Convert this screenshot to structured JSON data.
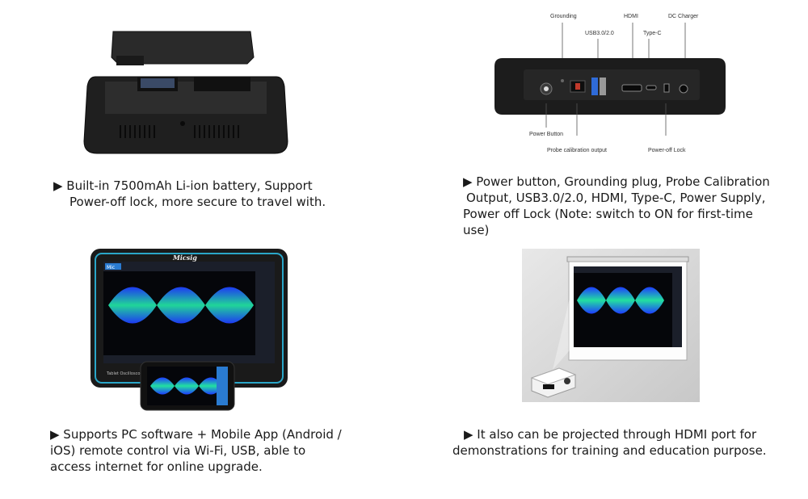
{
  "panel_battery": {
    "caption_lines": [
      "▶ Built-in 7500mAh Li-ion battery, Support",
      "Power-off lock, more secure to travel with."
    ]
  },
  "panel_ports": {
    "labels": {
      "grounding": "Grounding",
      "hdmi": "HDMI",
      "dc_charger": "DC Charger",
      "usb": "USB3.0/2.0",
      "type_c": "Type-C",
      "power_button": "Power Button",
      "probe_calibration": "Probe calibration output",
      "power_off_lock": "Power-off Lock"
    },
    "caption_lines": [
      "▶ Power button, Grounding plug, Probe Calibration",
      "Output, USB3.0/2.0, HDMI, Type-C, Power Supply,",
      "Power  off  Lock (Note: switch to ON for first-time",
      "use)"
    ]
  },
  "panel_software": {
    "brand": "Micsig",
    "device_label": "Tablet Oscilloscope",
    "caption_lines": [
      "▶ Supports PC software + Mobile App (Android /",
      "iOS)  remote control via Wi-Fi, USB, able to",
      "access internet for online upgrade."
    ]
  },
  "panel_projection": {
    "caption_lines": [
      "▶ It also can be projected through HDMI port for",
      "demonstrations for training and education purpose."
    ]
  },
  "colors": {
    "device_body": "#1c1c1c",
    "screen_bg": "#05060a",
    "wave_blue": "#1e3cff",
    "wave_green": "#22e0a0",
    "frame_accent": "#2aa6c8"
  }
}
